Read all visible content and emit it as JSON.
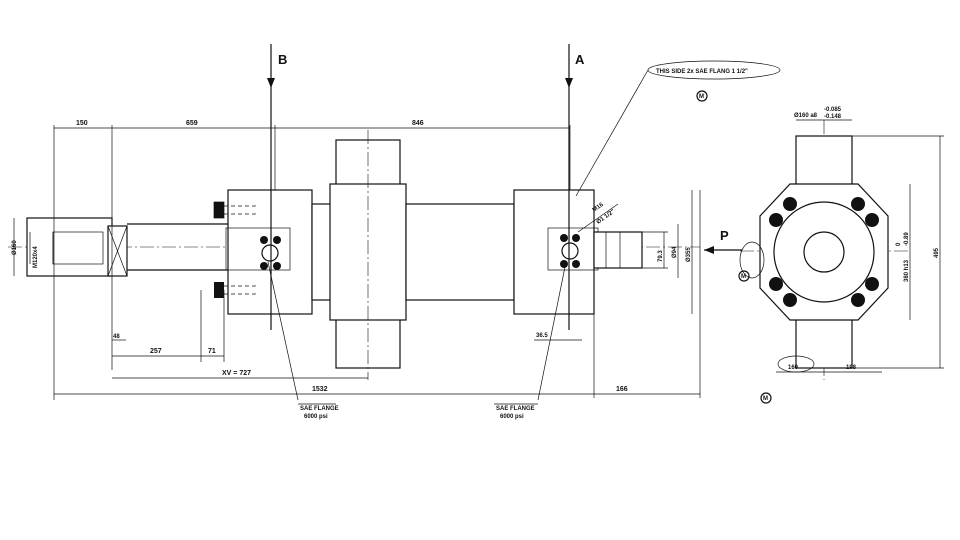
{
  "views": {
    "section_b": "B",
    "section_a": "A",
    "pressure": "P"
  },
  "dimensions": {
    "d150": "150",
    "d659": "659",
    "d846": "846",
    "d48": "48",
    "d257": "257",
    "d71": "71",
    "xv": "XV = 727",
    "d1532": "1532",
    "d166": "166",
    "d36_5": "36.5",
    "dia160": "Ø160",
    "m120": "M120x4",
    "d79_3": "79.3",
    "dia94": "Ø94",
    "dia355": "Ø355",
    "m16": "M16",
    "thread": "Ø1 1/2\"",
    "shaft_dia": "Ø160 a8",
    "tol_upper": "-0.085",
    "tol_lower": "-0.148",
    "d380": "380 h13",
    "tol2_upper": "0",
    "tol2_lower": "-0.89",
    "d495": "495",
    "d160b": "160",
    "d198": "198"
  },
  "notes": {
    "flange_note": "THIS SIDE 2x SAE FLANG 1 1/2\"",
    "sae_flange_left_1": "SAE FLANGE",
    "sae_flange_left_2": "6000 psi",
    "sae_flange_right_1": "SAE FLANGE",
    "sae_flange_right_2": "6000 psi",
    "marker": "M"
  }
}
